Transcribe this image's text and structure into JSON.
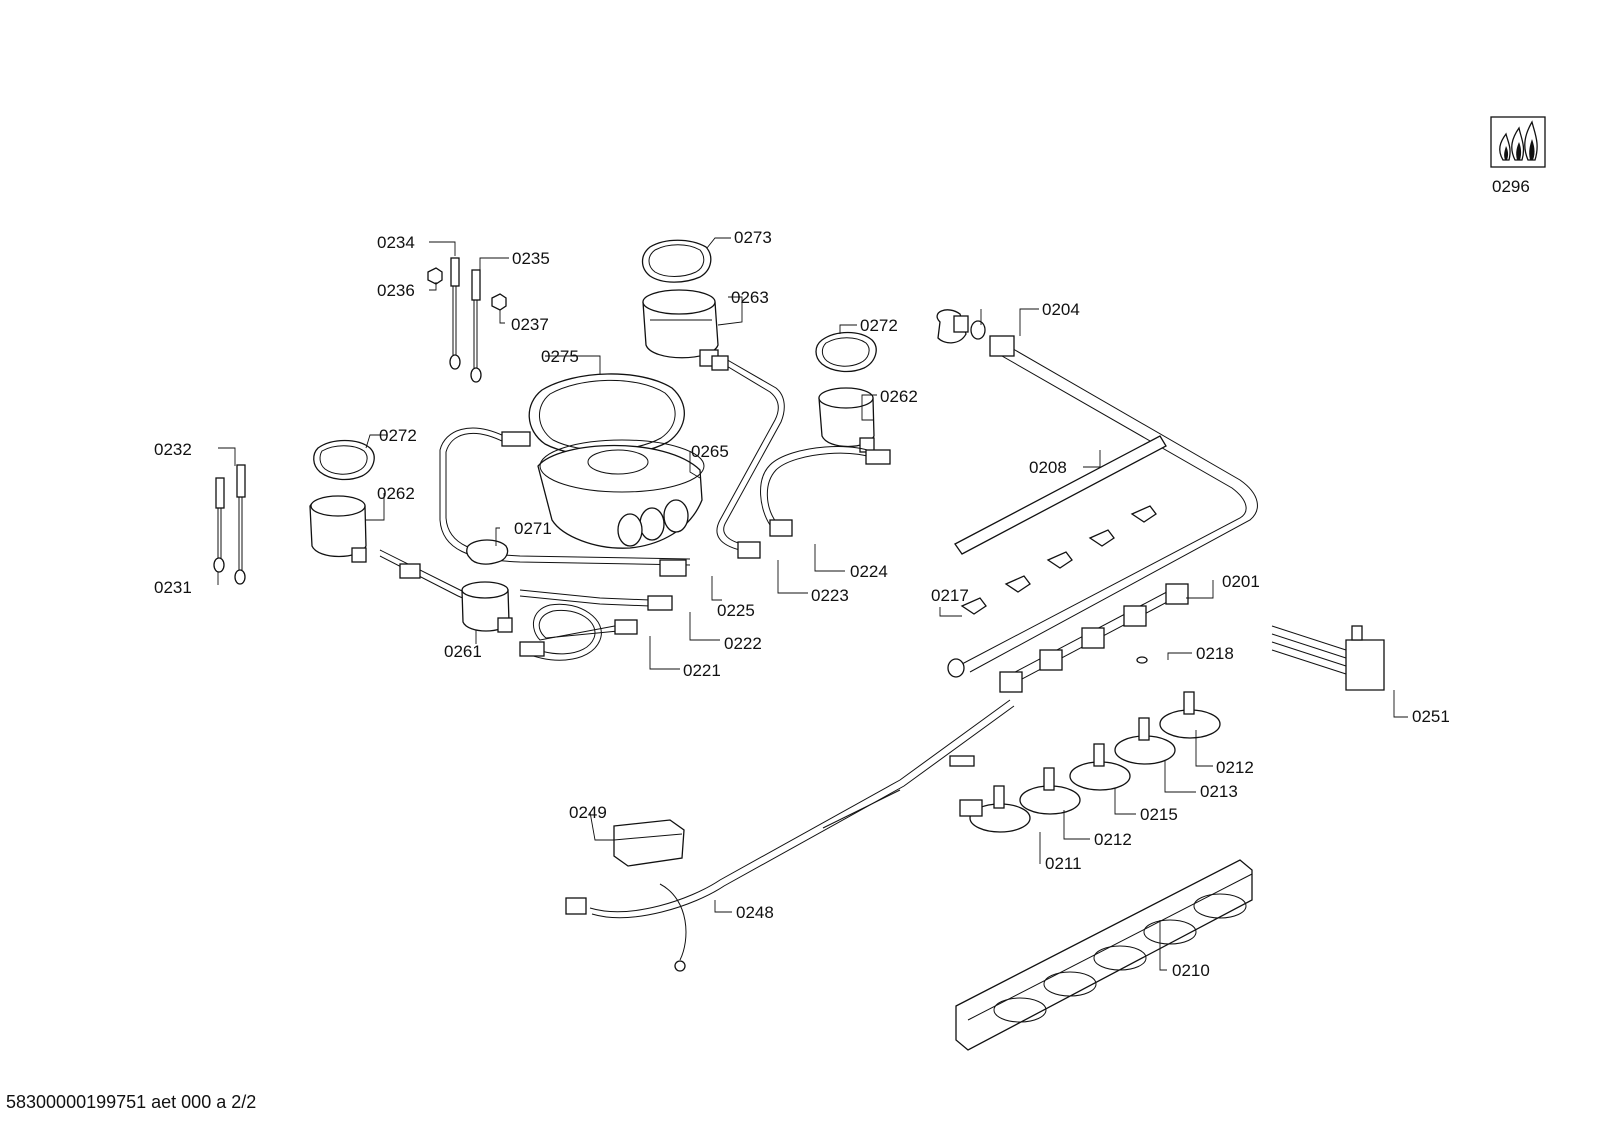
{
  "diagram": {
    "callouts": [
      {
        "id": "0296"
      },
      {
        "id": "0234"
      },
      {
        "id": "0235"
      },
      {
        "id": "0236"
      },
      {
        "id": "0237"
      },
      {
        "id": "0273"
      },
      {
        "id": "0263"
      },
      {
        "id": "0272"
      },
      {
        "id": "0262"
      },
      {
        "id": "0275"
      },
      {
        "id": "0204"
      },
      {
        "id": "0232"
      },
      {
        "id": "0272"
      },
      {
        "id": "0265"
      },
      {
        "id": "0208"
      },
      {
        "id": "0262"
      },
      {
        "id": "0271"
      },
      {
        "id": "0224"
      },
      {
        "id": "0231"
      },
      {
        "id": "0225"
      },
      {
        "id": "0223"
      },
      {
        "id": "0217"
      },
      {
        "id": "0201"
      },
      {
        "id": "0222"
      },
      {
        "id": "0261"
      },
      {
        "id": "0221"
      },
      {
        "id": "0218"
      },
      {
        "id": "0251"
      },
      {
        "id": "0212"
      },
      {
        "id": "0213"
      },
      {
        "id": "0249"
      },
      {
        "id": "0215"
      },
      {
        "id": "0212"
      },
      {
        "id": "0211"
      },
      {
        "id": "0248"
      },
      {
        "id": "0210"
      }
    ],
    "footer": "58300000199751 aet 000 a 2/2"
  }
}
